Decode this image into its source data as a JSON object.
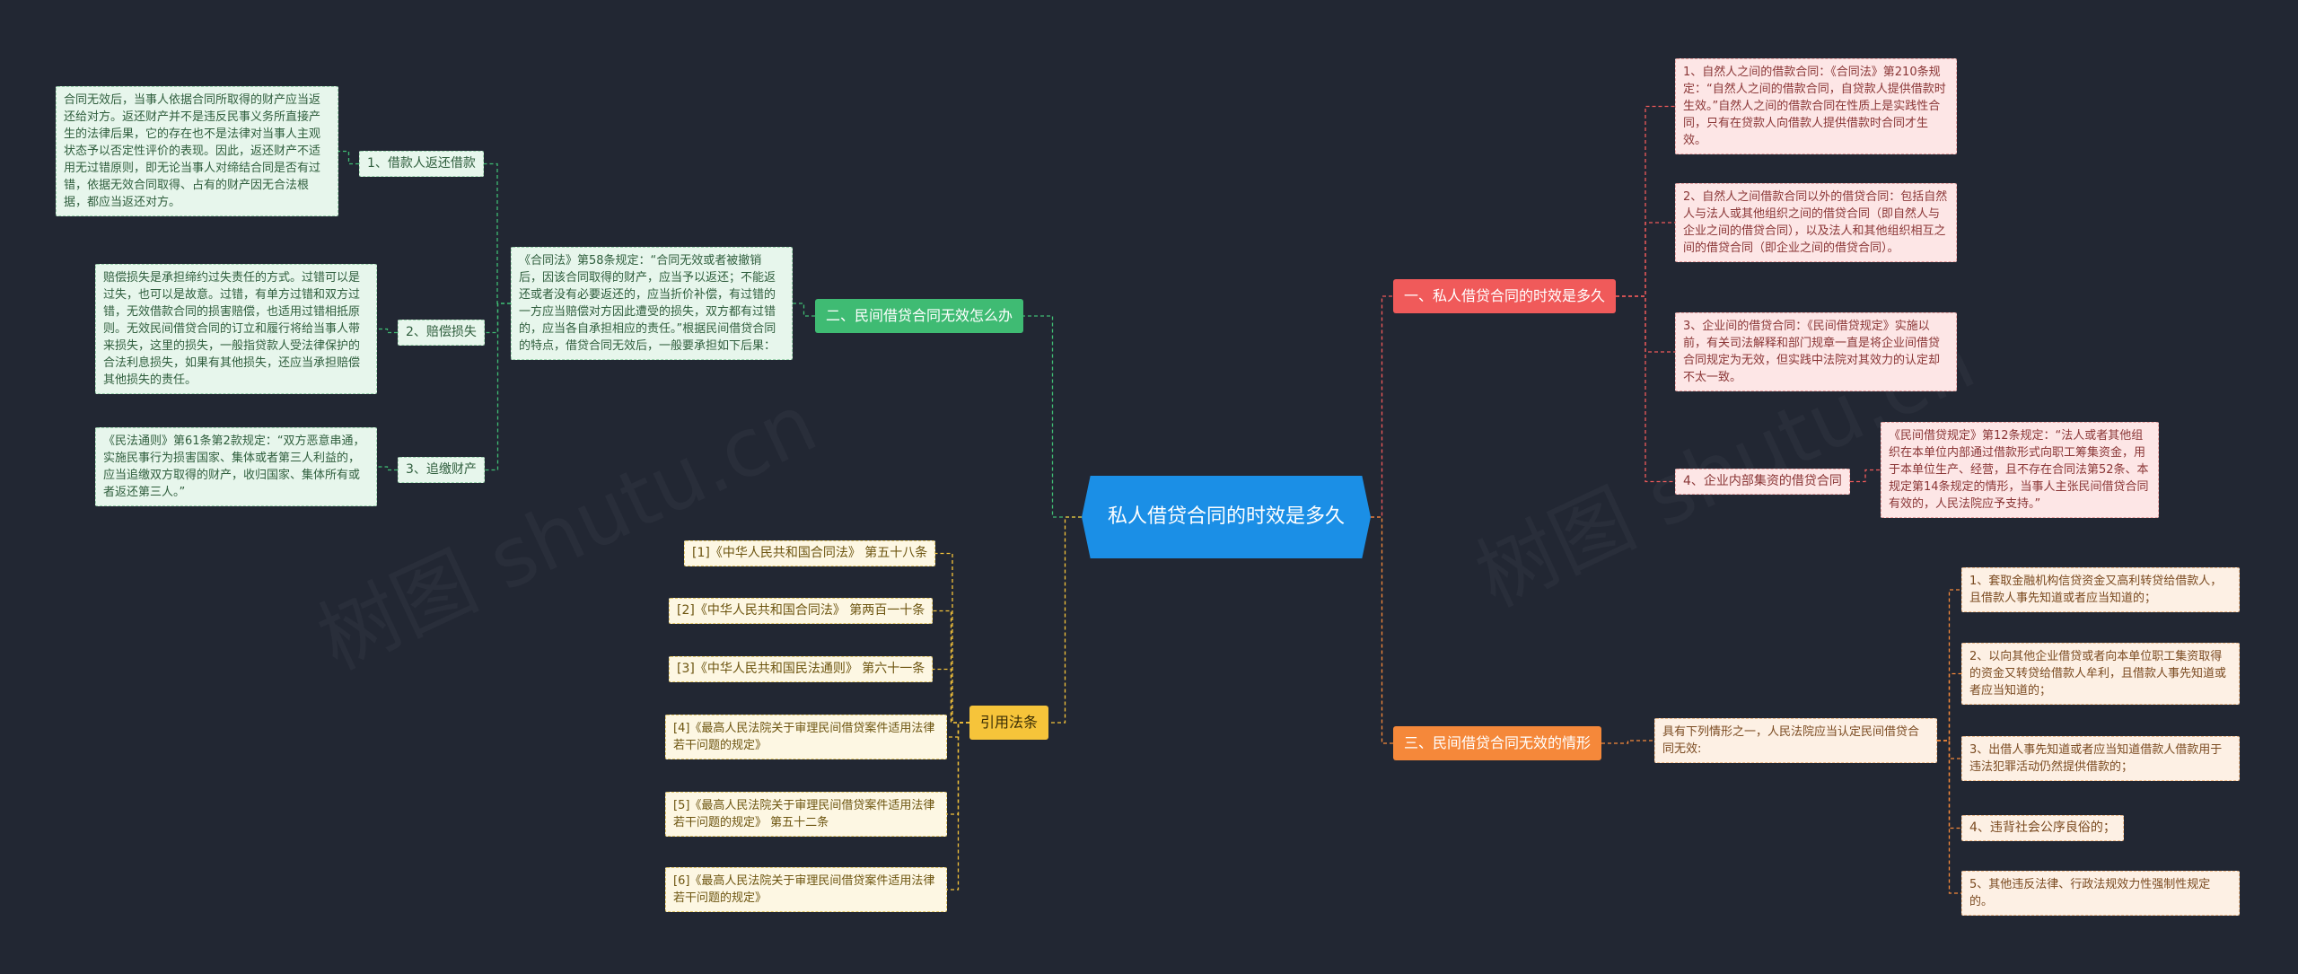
{
  "root": "私人借贷合同的时效是多久",
  "branches": {
    "b1": {
      "title": "一、私人借贷合同的时效是多久",
      "items": [
        "1、自然人之间的借款合同：《合同法》第210条规定：“自然人之间的借款合同，自贷款人提供借款时生效。”自然人之间的借款合同在性质上是实践性合同，只有在贷款人向借款人提供借款时合同才生效。",
        "2、自然人之间借款合同以外的借贷合同：包括自然人与法人或其他组织之间的借贷合同（即自然人与企业之间的借贷合同），以及法人和其他组织相互之间的借贷合同（即企业之间的借贷合同）。",
        "3、企业间的借贷合同：《民间借贷规定》实施以前，有关司法解释和部门规章一直是将企业间借贷合同规定为无效，但实践中法院对其效力的认定却不太一致。",
        "4、企业内部集资的借贷合同"
      ],
      "sub4": "《民间借贷规定》第12条规定：“法人或者其他组织在本单位内部通过借款形式向职工筹集资金，用于本单位生产、经营，且不存在合同法第52条、本规定第14条规定的情形，当事人主张民间借贷合同有效的，人民法院应予支持。”"
    },
    "b2": {
      "title": "二、民间借贷合同无效怎么办",
      "intro": "《合同法》第58条规定：“合同无效或者被撤销后，因该合同取得的财产，应当予以返还；不能返还或者没有必要返还的，应当折价补偿，有过错的一方应当赔偿对方因此遭受的损失，双方都有过错的，应当各自承担相应的责任。”根据民间借贷合同的特点，借贷合同无效后，一般要承担如下后果：",
      "items": [
        {
          "label": "1、借款人返还借款",
          "note": "合同无效后，当事人依据合同所取得的财产应当返还给对方。返还财产并不是违反民事义务所直接产生的法律后果，它的存在也不是法律对当事人主观状态予以否定性评价的表现。因此，返还财产不适用无过错原则，即无论当事人对缔结合同是否有过错，依据无效合同取得、占有的财产因无合法根据，都应当返还对方。"
        },
        {
          "label": "2、赔偿损失",
          "note": "赔偿损失是承担缔约过失责任的方式。过错可以是过失，也可以是故意。过错，有单方过错和双方过错，无效借款合同的损害赔偿，也适用过错相抵原则。无效民间借贷合同的订立和履行将给当事人带来损失，这里的损失，一般指贷款人受法律保护的合法利息损失，如果有其他损失，还应当承担赔偿其他损失的责任。"
        },
        {
          "label": "3、追缴财产",
          "note": "《民法通则》第61条第2款规定：“双方恶意串通，实施民事行为损害国家、集体或者第三人利益的，应当追缴双方取得的财产，收归国家、集体所有或者返还第三人。”"
        }
      ]
    },
    "b3": {
      "title": "三、民间借贷合同无效的情形",
      "intro": "具有下列情形之一，人民法院应当认定民间借贷合同无效:",
      "items": [
        "1、套取金融机构信贷资金又高利转贷给借款人，且借款人事先知道或者应当知道的；",
        "2、以向其他企业借贷或者向本单位职工集资取得的资金又转贷给借款人牟利，且借款人事先知道或者应当知道的；",
        "3、出借人事先知道或者应当知道借款人借款用于违法犯罪活动仍然提供借款的；",
        "4、违背社会公序良俗的；",
        "5、其他违反法律、行政法规效力性强制性规定的。"
      ]
    },
    "b4": {
      "title": "引用法条",
      "items": [
        "[1]《中华人民共和国合同法》 第五十八条",
        "[2]《中华人民共和国合同法》 第两百一十条",
        "[3]《中华人民共和国民法通则》 第六十一条",
        "[4]《最高人民法院关于审理民间借贷案件适用法律若干问题的规定》",
        "[5]《最高人民法院关于审理民间借贷案件适用法律若干问题的规定》 第五十二条",
        "[6]《最高人民法院关于审理民间借贷案件适用法律若干问题的规定》"
      ]
    }
  },
  "colors": {
    "background": "#222733",
    "root": "#1b8fe6",
    "red": "#f05a5a",
    "green": "#3fbb73",
    "orange": "#f5883a",
    "yellow": "#f6c43a"
  }
}
